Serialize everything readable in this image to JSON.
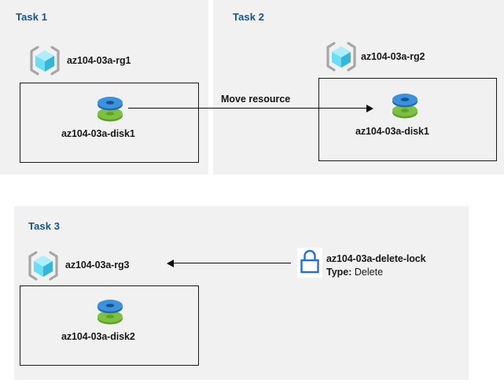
{
  "diagram": {
    "title": "Azure resource group tasks diagram",
    "background_color": "#ffffff",
    "panel_color": "#f1f1f1",
    "heading_color": "#16558f",
    "line_color": "#0d0d0d"
  },
  "panels": [
    {
      "id": "task1",
      "title": "Task 1",
      "resource_group": {
        "icon": "resource-group-icon",
        "label": "az104-03a-rg1"
      },
      "resource": {
        "icon": "managed-disk-icon",
        "label": "az104-03a-disk1"
      }
    },
    {
      "id": "task2",
      "title": "Task 2",
      "resource_group": {
        "icon": "resource-group-icon",
        "label": "az104-03a-rg2"
      },
      "resource": {
        "icon": "managed-disk-icon",
        "label": "az104-03a-disk1"
      }
    },
    {
      "id": "task3",
      "title": "Task 3",
      "resource_group": {
        "icon": "resource-group-icon",
        "label": "az104-03a-rg3"
      },
      "resource": {
        "icon": "managed-disk-icon",
        "label": "az104-03a-disk2"
      }
    }
  ],
  "edges": {
    "move_resource": {
      "label": "Move resource",
      "direction": "right",
      "from": "az104-03a-disk1 (Task 1)",
      "to": "az104-03a-disk1 (Task 2)"
    },
    "delete_lock": {
      "direction": "left",
      "from": "az104-03a-delete-lock",
      "to": "az104-03a-rg3"
    }
  },
  "lock": {
    "icon": "lock-icon",
    "name": "az104-03a-delete-lock",
    "type_label": "Type:",
    "type_value": "Delete"
  },
  "colors": {
    "azure_cube_light": "#9fe9fb",
    "azure_cube_mid": "#50dcf5",
    "azure_cube_dark": "#35b6d8",
    "bracket_gray": "#a6a6a6",
    "disk_blue": "#2f87d6",
    "disk_green": "#73b735",
    "lock_blue": "#1f6fe0"
  }
}
